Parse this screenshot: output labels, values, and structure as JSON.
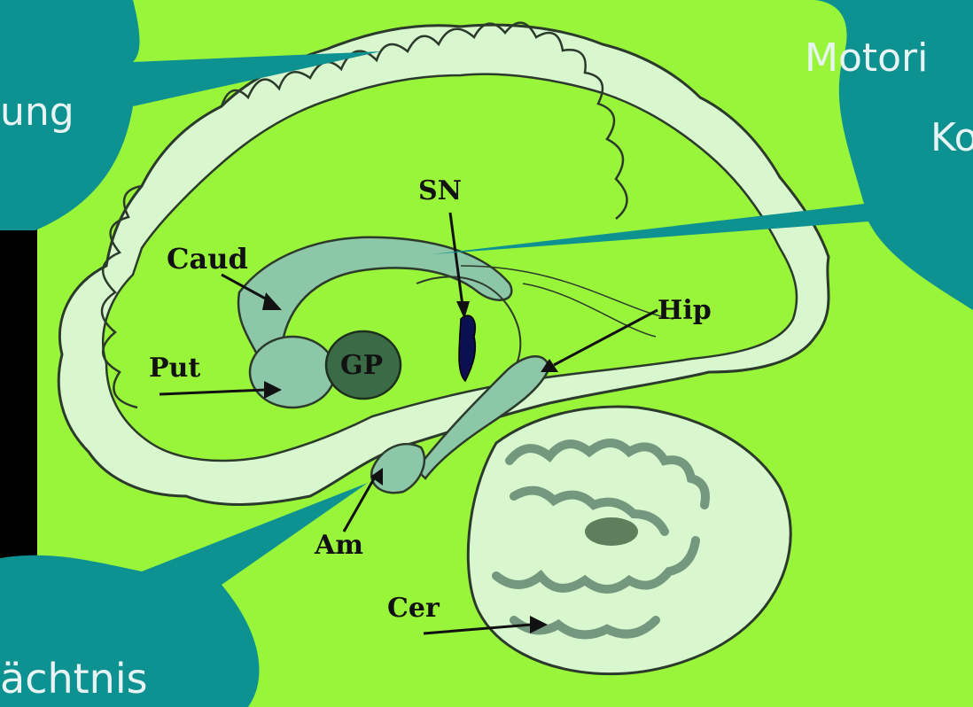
{
  "colors": {
    "background": "#99f53a",
    "bubble": "#0d9191",
    "cortex_fill": "#d9f7cf",
    "structure_fill": "#8cc7a8",
    "gp_fill": "#3b6b46",
    "sn_fill": "#0a1050",
    "bubble_text": "#e8f4f4"
  },
  "bubbles": {
    "top_left": {
      "text": "ung"
    },
    "top_right": {
      "line1": "Motori",
      "line2": "Ko"
    },
    "bottom_left": {
      "text": "ächtnis"
    }
  },
  "labels": {
    "sn": "SN",
    "caud": "Caud",
    "hip": "Hip",
    "put": "Put",
    "gp": "GP",
    "am": "Am",
    "cer": "Cer"
  }
}
